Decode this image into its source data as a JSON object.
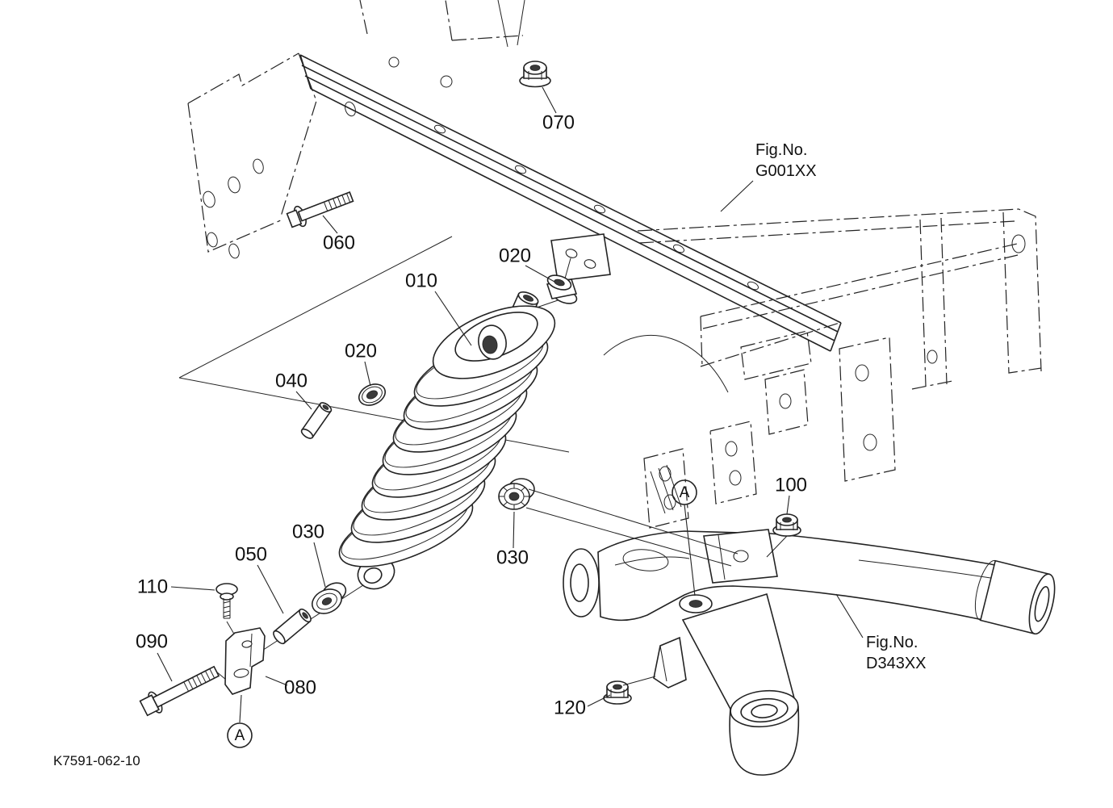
{
  "canvas": {
    "background": "#ffffff",
    "line_color": "#232323"
  },
  "diagram": {
    "drawing_number": "K7591-062-10",
    "fig_references": [
      {
        "line1": "Fig.No.",
        "line2": "G001XX"
      },
      {
        "line1": "Fig.No.",
        "line2": "D343XX"
      }
    ],
    "detail_markers": [
      {
        "label": "A"
      },
      {
        "label": "A"
      }
    ],
    "callouts": [
      {
        "label": "010"
      },
      {
        "label": "020"
      },
      {
        "label": "020"
      },
      {
        "label": "030"
      },
      {
        "label": "030"
      },
      {
        "label": "040"
      },
      {
        "label": "050"
      },
      {
        "label": "060"
      },
      {
        "label": "070"
      },
      {
        "label": "080"
      },
      {
        "label": "090"
      },
      {
        "label": "100"
      },
      {
        "label": "110"
      },
      {
        "label": "120"
      }
    ]
  }
}
